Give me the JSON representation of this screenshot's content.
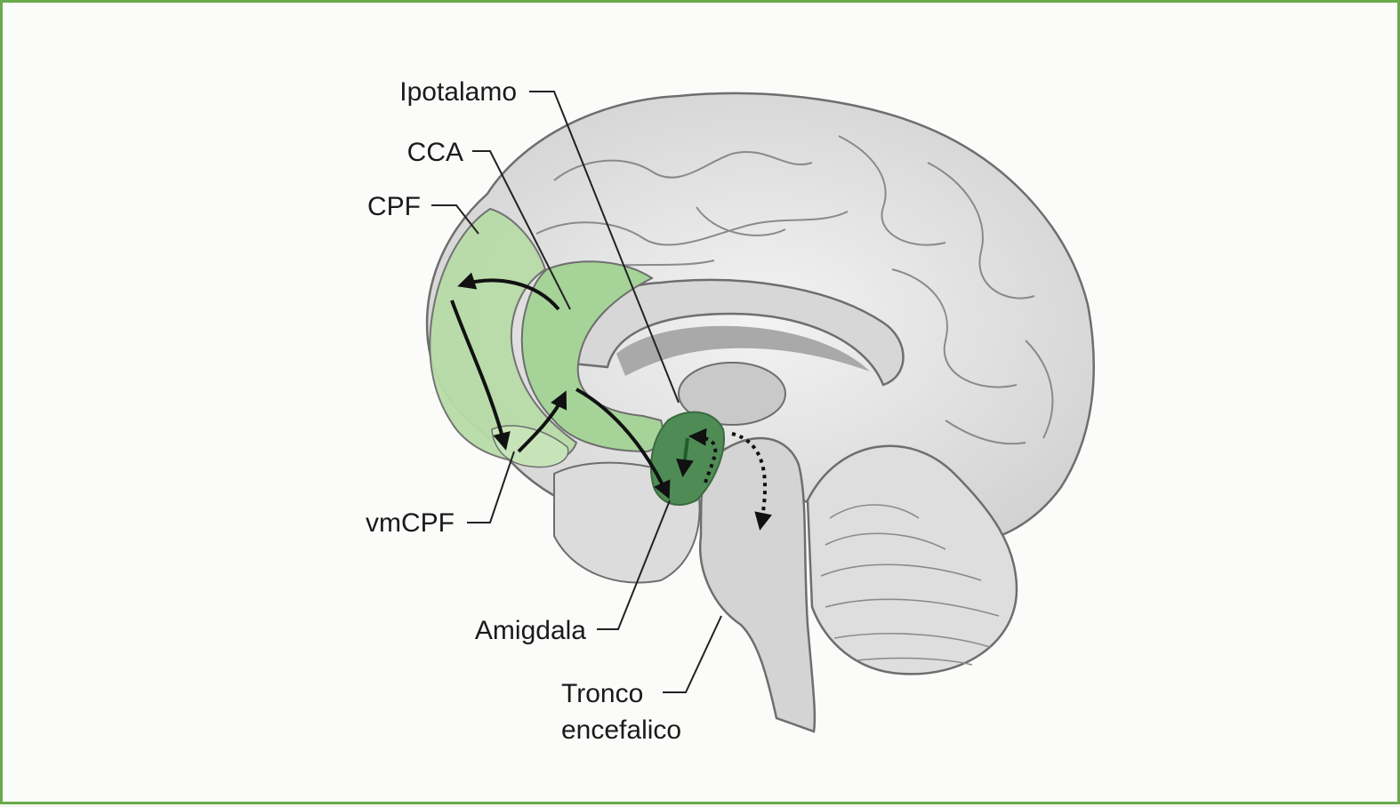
{
  "figure": {
    "labels": {
      "ipotalamo": "Ipotalamo",
      "cca": "CCA",
      "cpf": "CPF",
      "vmcpf": "vmCPF",
      "amigdala": "Amigdala",
      "tronco_line1": "Tronco",
      "tronco_line2": "encefalico"
    }
  },
  "colors": {
    "frame": "#6aaa4c",
    "green_region": "#b8dca8",
    "dark_green": "#4f8c55",
    "brain_fill": "#e6e6e6",
    "brain_outline": "#6e6e6e",
    "arrow": "#111111"
  },
  "icons": [
    "solid-arrow",
    "dotted-arrow"
  ]
}
